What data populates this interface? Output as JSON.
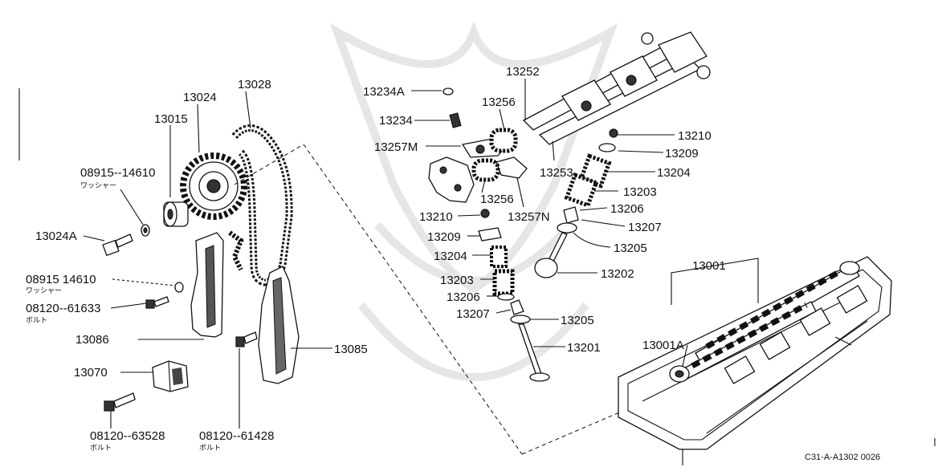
{
  "labels": {
    "p13028": "13028",
    "p13024": "13024",
    "p13015": "13015",
    "p08915a": "08915--14610",
    "washer_a": "ワッシャー",
    "p13024A": "13024A",
    "p08915b": "08915  14610",
    "washer_b": "ワッシャー",
    "p08120_61633": "08120--61633",
    "bolt_a": "ボルト",
    "p13086": "13086",
    "p13070": "13070",
    "p08120_63528": "08120--63528",
    "bolt_b": "ボルト",
    "p08120_61428": "08120--61428",
    "bolt_c": "ボルト",
    "p13085": "13085",
    "p13234A": "13234A",
    "p13234": "13234",
    "p13257M": "13257M",
    "p13256a": "13256",
    "p13256b": "13256",
    "p13257N": "13257N",
    "p13210a": "13210",
    "p13209a": "13209",
    "p13204a": "13204",
    "p13203a": "13203",
    "p13206a": "13206",
    "p13207a": "13207",
    "p13205a": "13205",
    "p13201": "13201",
    "p13252": "13252",
    "p13253": "13253",
    "p13210b": "13210",
    "p13209b": "13209",
    "p13204b": "13204",
    "p13203b": "13203",
    "p13206b": "13206",
    "p13207b": "13207",
    "p13205b": "13205",
    "p13202": "13202",
    "p13001": "13001",
    "p13001A": "13001A",
    "diagram_code": "C31-A-A1302 0026"
  }
}
